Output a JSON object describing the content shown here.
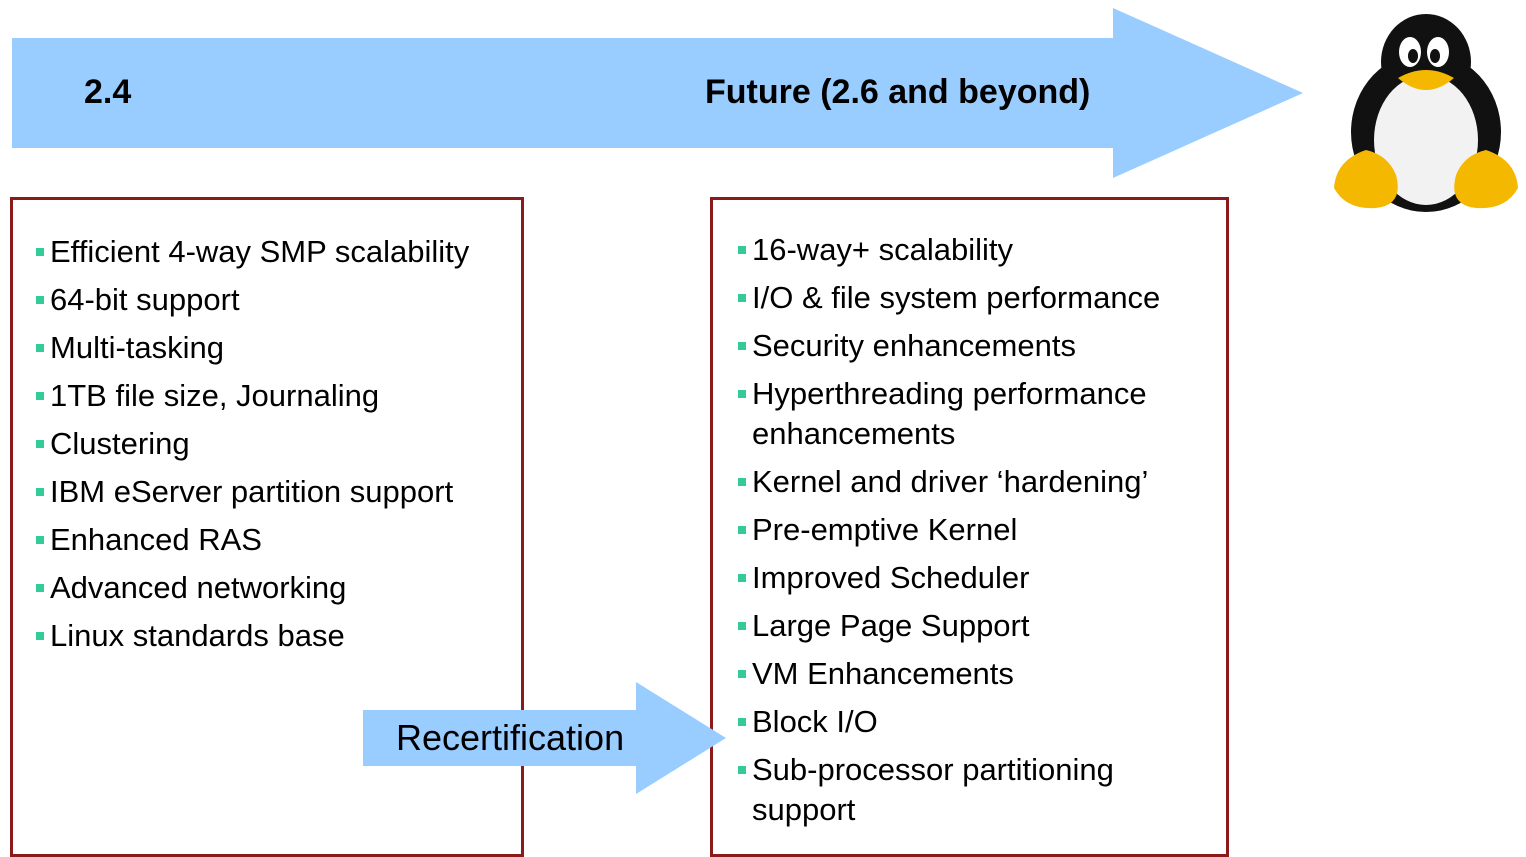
{
  "timeline": {
    "start_label": "2.4",
    "end_label": "Future (2.6 and beyond)",
    "arrow_color": "#99ccff"
  },
  "left_box": {
    "items": [
      "Efficient 4-way SMP scalability",
      "64-bit support",
      "Multi-tasking",
      "1TB file size, Journaling",
      "Clustering",
      "IBM eServer partition support",
      "Enhanced RAS",
      "Advanced networking",
      "Linux standards base"
    ]
  },
  "right_box": {
    "items": [
      "16-way+ scalability",
      "I/O & file system performance",
      "Security enhancements",
      "Hyperthreading performance enhancements",
      "Kernel and driver ‘hardening’",
      "Pre-emptive Kernel",
      "Improved Scheduler",
      "Large Page Support",
      "VM Enhancements",
      "Block I/O",
      "Sub-processor partitioning support"
    ]
  },
  "recertification": {
    "label": "Recertification"
  },
  "colors": {
    "box_border": "#8b1a1a",
    "bullet": "#33cc99",
    "arrow": "#99ccff"
  },
  "mascot": {
    "icon": "linux-penguin-icon"
  }
}
